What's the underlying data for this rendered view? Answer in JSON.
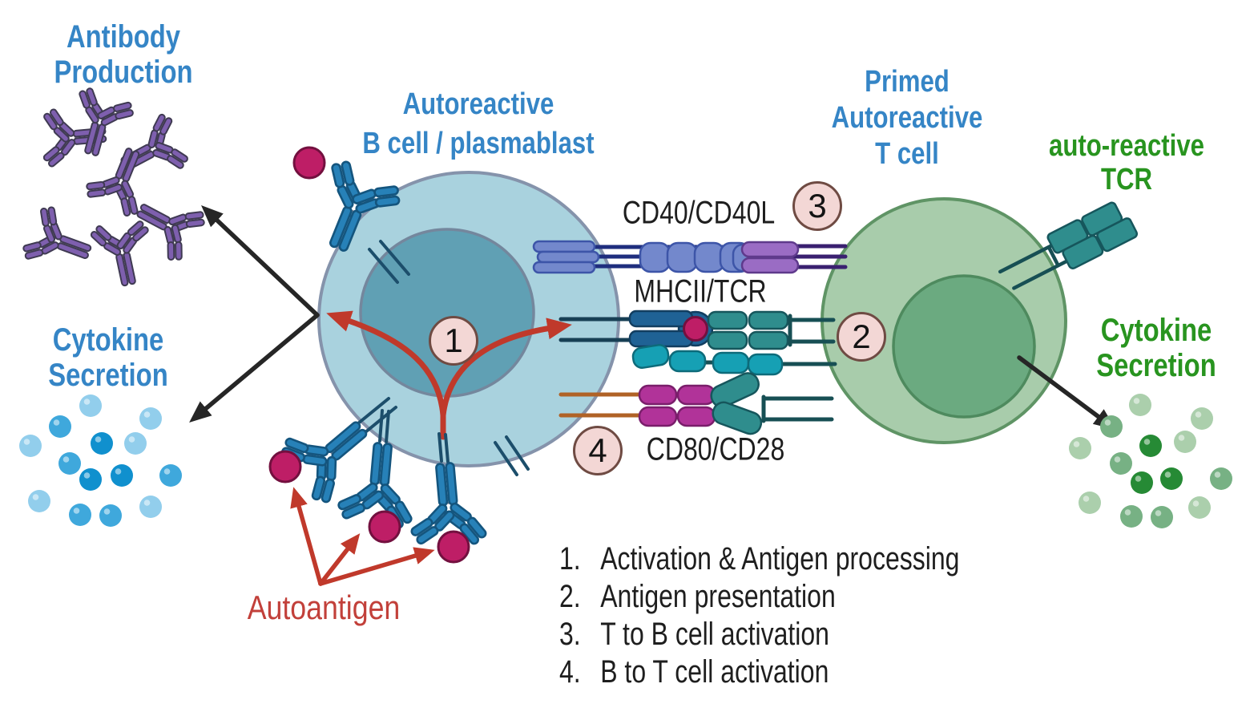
{
  "title_labels": {
    "antibody_production": [
      "Antibody",
      "Production"
    ],
    "cytokine_left": [
      "Cytokine",
      "Secretion"
    ],
    "b_cell": [
      "Autoreactive",
      "B cell / plasmablast"
    ],
    "t_cell": [
      "Primed",
      "Autoreactive",
      "T cell"
    ],
    "auto_reactive_tcr": [
      "auto-reactive",
      "TCR"
    ],
    "cytokine_right": [
      "Cytokine",
      "Secretion"
    ],
    "autoantigen": "Autoantigen"
  },
  "receptor_labels": {
    "cd40": "CD40/CD40L",
    "mhcii": "MHCII/TCR",
    "cd80": "CD80/CD28"
  },
  "step_markers": {
    "s1": "1",
    "s2": "2",
    "s3": "3",
    "s4": "4"
  },
  "legend": [
    {
      "num": "1.",
      "text": "Activation & Antigen processing"
    },
    {
      "num": "2.",
      "text": "Antigen presentation"
    },
    {
      "num": "3.",
      "text": "T to B cell activation"
    },
    {
      "num": "4.",
      "text": "B to T cell activation"
    }
  ],
  "colors": {
    "blue_label": "#3585C6",
    "green_label": "#28941F",
    "red_label": "#C2403A",
    "black_text": "#1E1E1E",
    "b_cell_fill": "#A9D2DE",
    "b_cell_nucleus": "#60A0B4",
    "t_cell_fill": "#A8CCAB",
    "t_cell_nucleus": "#6BAA80",
    "antibody_purple": "#7E5FAE",
    "bcr_blue": "#2781B8",
    "autoantigen_magenta": "#BE1E66",
    "badge_pink": "#F3D7D5",
    "cd40_periwinkle": "#7388CC",
    "cd40l_purple": "#9A6CC4",
    "mhcii_blue": "#1F6295",
    "tcr_teal": "#2F8D8D",
    "cd80_magenta": "#B13399",
    "membrane_orange": "#B06226",
    "cytokine_blue_shades": [
      "#92CEEC",
      "#3FA8DC",
      "#1090CE"
    ],
    "cytokine_green_shades": [
      "#ABCFAC",
      "#77B184",
      "#268A35"
    ]
  }
}
